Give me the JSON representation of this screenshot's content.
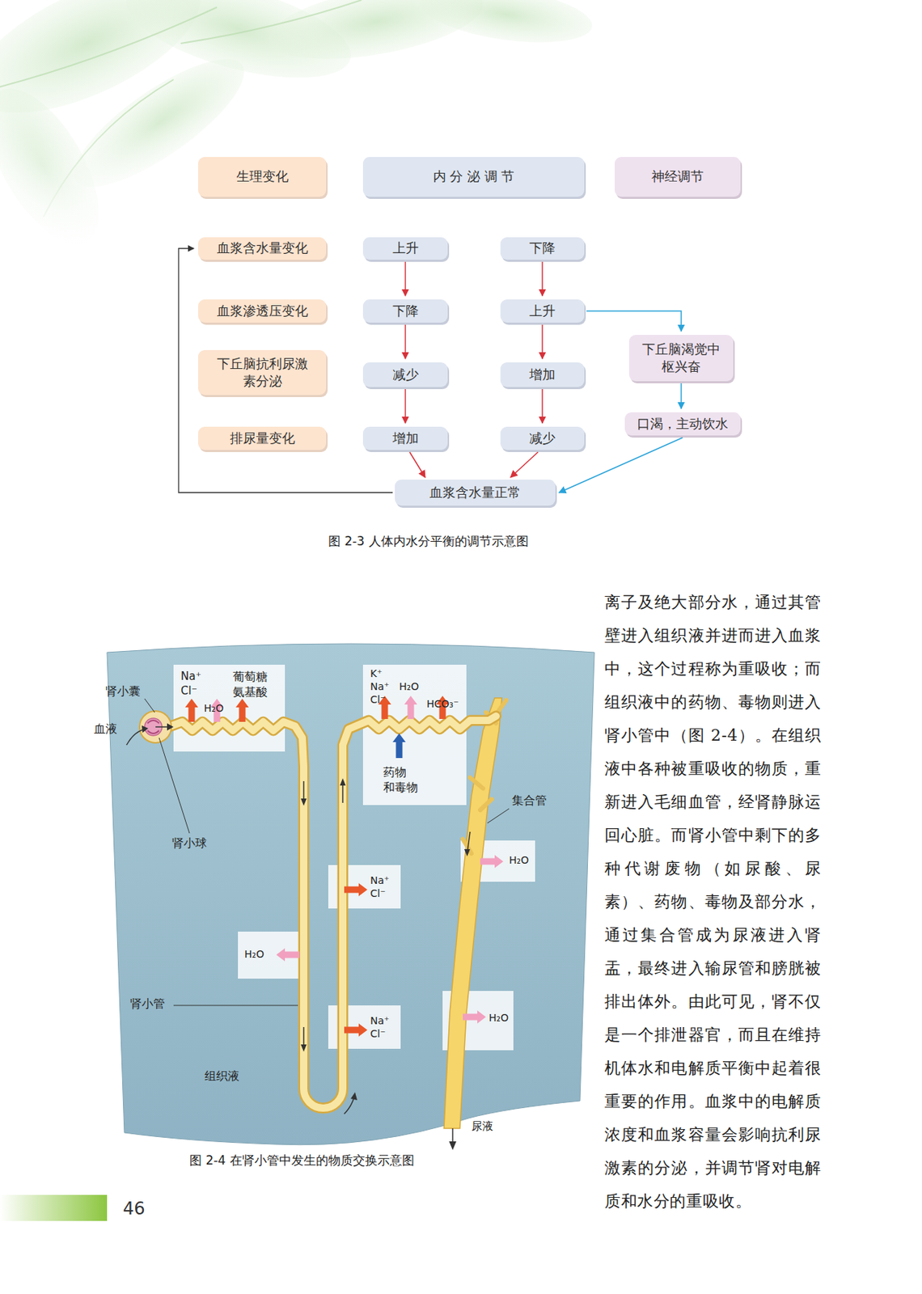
{
  "diagram": {
    "caption": "图 2-3  人体内水分平衡的调节示意图",
    "nodes": [
      {
        "text": [
          "生理变化"
        ]
      },
      {
        "text": [
          "内 分 泌 调 节"
        ]
      },
      {
        "text": [
          "神经调节"
        ]
      },
      {
        "text": [
          "血浆含水量变化"
        ]
      },
      {
        "text": [
          "血浆渗透压变化"
        ]
      },
      {
        "text": [
          "下丘脑抗利尿激 素分泌"
        ]
      },
      {
        "text": [
          "排尿量变化"
        ]
      },
      {
        "text": [
          "上升"
        ]
      },
      {
        "text": [
          "下降"
        ]
      },
      {
        "text": [
          "下降"
        ]
      },
      {
        "text": [
          "上升"
        ]
      },
      {
        "text": [
          "下丘脑渴觉中 枢兴奋"
        ]
      },
      {
        "text": [
          "减少"
        ]
      },
      {
        "text": [
          "增加"
        ]
      },
      {
        "text": [
          "口渴，主动饮水"
        ]
      },
      {
        "text": [
          "增加"
        ]
      },
      {
        "text": [
          "减少"
        ]
      },
      {
        "text": [
          "血浆含水量正常"
        ]
      }
    ],
    "edges": [
      {
        "from": 7,
        "to": 9,
        "arrow": "to"
      },
      {
        "from": 9,
        "to": 12,
        "arrow": "to"
      },
      {
        "from": 12,
        "to": 15,
        "arrow": "to"
      },
      {
        "from": 8,
        "to": 10,
        "arrow": "to"
      },
      {
        "from": 10,
        "to": 13,
        "arrow": "to"
      },
      {
        "from": 13,
        "to": 16,
        "arrow": "to"
      },
      {
        "from": 10,
        "to": 11,
        "arrow": "to"
      },
      {
        "from": 11,
        "to": 14,
        "arrow": "to"
      },
      {
        "from": 15,
        "to": 17,
        "arrow": "to"
      },
      {
        "from": 16,
        "to": 17,
        "arrow": "to"
      },
      {
        "from": 14,
        "to": 17,
        "arrow": "to"
      },
      {
        "from": 17,
        "to": 3,
        "arrow": "to"
      }
    ],
    "labels": [
      "肾小囊",
      "血液",
      "肾小球",
      "Na⁺ Cl⁻",
      "H₂O",
      "葡萄糖 氨基酸",
      "K⁺ Na⁺ Cl⁻",
      "H₂O",
      "HCO₃⁻",
      "药物 和毒物",
      "集合管",
      "H₂O",
      "Na⁺ Cl⁻",
      "H₂O",
      "肾小管",
      "Na⁺ Cl⁻",
      "H₂O",
      "组织液",
      "尿液",
      "图 2-4  在肾小管中发生的物质交换示意图",
      "离子及绝大部分水，通过其管壁进入组织液并进而进入血浆中，这个过程称为重吸收；而组织液中的药物、毒物则进入肾小管中（图 2-4）。在组织液中各种被重吸收的物质，重新进入毛细血管，经肾静脉运回心脏。而肾小管中剩下的多种代谢废物（如尿酸、尿素）、药物、毒物及部分水，通过集合管成为尿液进入肾盂，最终进入输尿管和膀胱被排出体外。由此可见，肾不仅是一个排泄器官，而且在维持机体水和电解质平衡中起着很重要的作用。血浆中的电解质浓度和血浆容量会影响抗利尿激素的分泌，并调节肾对电解质和水分的重吸收。",
      "46"
    ]
  }
}
